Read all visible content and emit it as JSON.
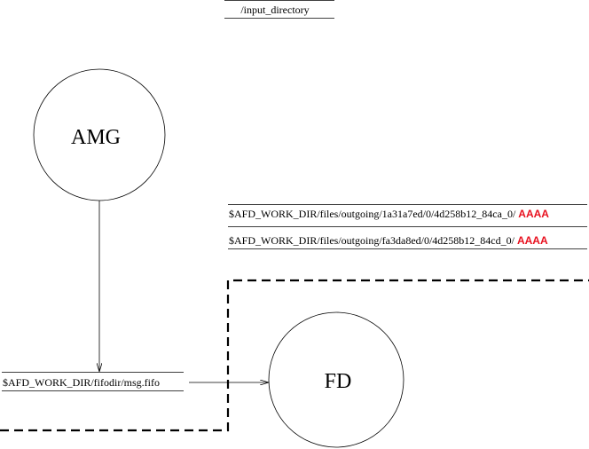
{
  "input_directory": {
    "label": "/input_directory"
  },
  "amg": {
    "label": "AMG"
  },
  "fd": {
    "label": "FD"
  },
  "fifo": {
    "label": "$AFD_WORK_DIR/fifodir/msg.fifo"
  },
  "outgoing": [
    {
      "path": "$AFD_WORK_DIR/files/outgoing/1a31a7ed/0/4d258b12_84ca_0/",
      "marker": "AAAA"
    },
    {
      "path": "$AFD_WORK_DIR/files/outgoing/fa3da8ed/0/4d258b12_84cd_0/",
      "marker": "AAAA"
    }
  ],
  "colors": {
    "marker": "#e8101e",
    "line": "#000000"
  }
}
